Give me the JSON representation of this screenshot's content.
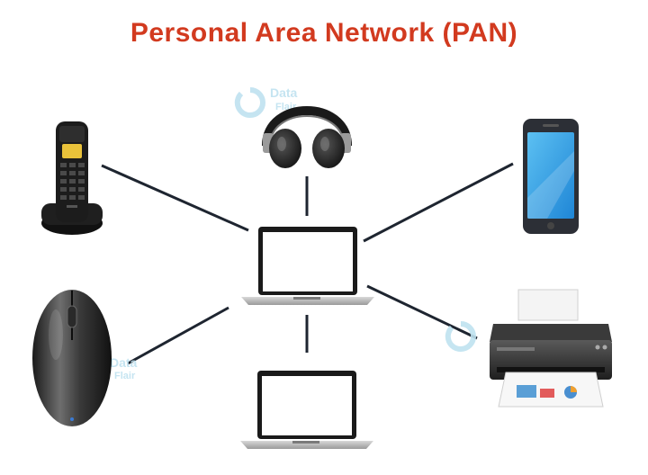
{
  "diagram": {
    "title": "Personal Area Network (PAN)",
    "title_color": "#d23a1f",
    "watermark": {
      "brand_top": "Data",
      "brand_bottom": "Flair",
      "color": "#bfe2f0"
    },
    "hub": {
      "name": "laptop-hub",
      "icon": "laptop-icon"
    },
    "devices": [
      {
        "name": "cordless-phone",
        "icon": "cordless-phone-icon"
      },
      {
        "name": "headphones",
        "icon": "headphones-icon"
      },
      {
        "name": "smartphone",
        "icon": "smartphone-icon"
      },
      {
        "name": "computer-mouse",
        "icon": "mouse-icon"
      },
      {
        "name": "laptop",
        "icon": "laptop-icon"
      },
      {
        "name": "printer",
        "icon": "printer-icon"
      }
    ],
    "link_color": "#1e2530"
  }
}
